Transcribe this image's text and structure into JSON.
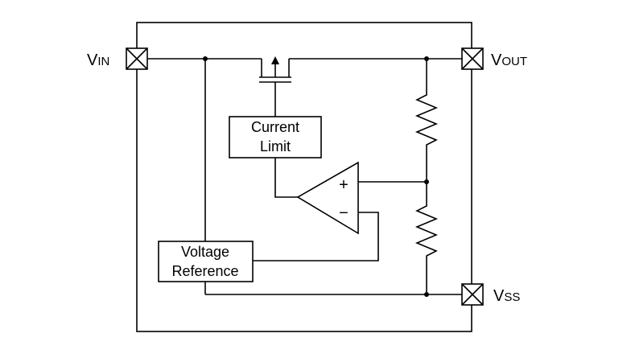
{
  "pins": {
    "vin": {
      "main": "V",
      "sub": "IN"
    },
    "vout": {
      "main": "V",
      "sub": "OUT"
    },
    "vss": {
      "main": "V",
      "sub": "SS"
    }
  },
  "blocks": {
    "current_limit": [
      "Current",
      "Limit"
    ],
    "voltage_reference": [
      "Voltage",
      "Reference"
    ]
  },
  "opamp": {
    "plus": "+",
    "minus": "−"
  }
}
